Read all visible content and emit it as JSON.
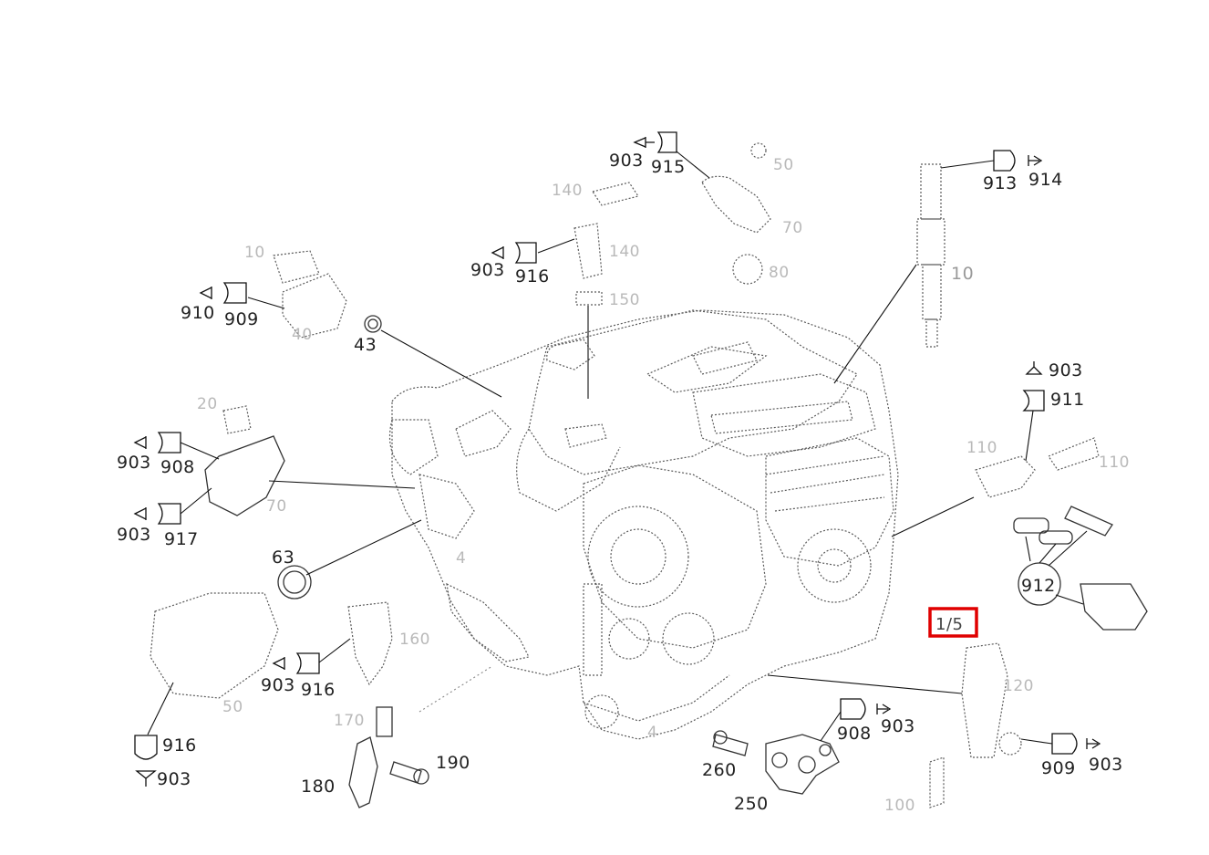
{
  "diagram": {
    "part_numbers": {
      "p10": "10",
      "p43": "43",
      "p63": "63",
      "p170": "170",
      "p180": "180",
      "p190": "190",
      "p250": "250",
      "p260": "260",
      "p903a": "903",
      "p903b": "903",
      "p903c": "903",
      "p903d": "903",
      "p903e": "903",
      "p903f": "903",
      "p903g": "903",
      "p903h": "903",
      "p903i": "903",
      "p908a": "908",
      "p908b": "908",
      "p909a": "909",
      "p909b": "909",
      "p910": "910",
      "p911": "911",
      "p912": "912",
      "p913": "913",
      "p914": "914",
      "p915": "915",
      "p916a": "916",
      "p916b": "916",
      "p916c": "916",
      "p917": "917"
    },
    "highlight_label": "1/5"
  }
}
